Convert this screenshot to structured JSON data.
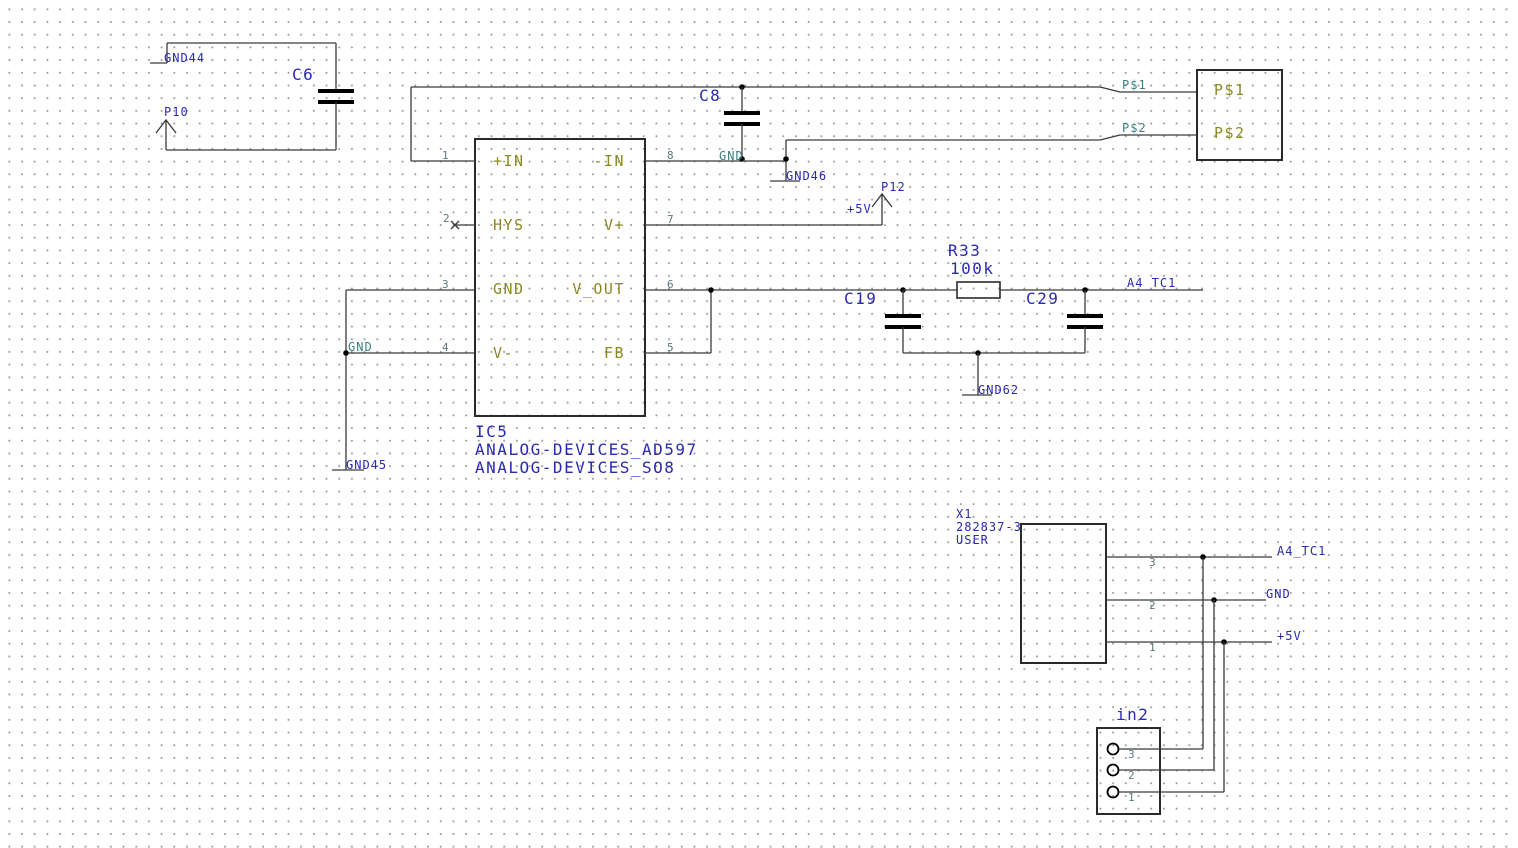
{
  "schematic": {
    "ic5": {
      "name": "IC5",
      "value": "ANALOG-DEVICES_AD597",
      "package": "ANALOG-DEVICES_SO8",
      "pins_left": [
        {
          "num": "1",
          "name": "+IN"
        },
        {
          "num": "2",
          "name": "HYS"
        },
        {
          "num": "3",
          "name": "GND"
        },
        {
          "num": "4",
          "name": "V-"
        }
      ],
      "pins_right": [
        {
          "num": "8",
          "name": "-IN"
        },
        {
          "num": "7",
          "name": "V+"
        },
        {
          "num": "6",
          "name": "V_OUT"
        },
        {
          "num": "5",
          "name": "FB"
        }
      ]
    },
    "capacitors": {
      "c6": "C6",
      "c8": "C8",
      "c19": "C19",
      "c29": "C29"
    },
    "resistor": {
      "name": "R33",
      "value": "100k"
    },
    "connector_ps": {
      "pin1": "P$1",
      "pin2": "P$2",
      "net1": "P$1",
      "net2": "P$2"
    },
    "x1": {
      "name": "X1",
      "part": "282837-3",
      "value": "USER",
      "pins": [
        "3",
        "2",
        "1"
      ]
    },
    "in2": {
      "name": "in2",
      "pins": [
        "3",
        "2",
        "1"
      ]
    },
    "labels": {
      "gnd44": "GND44",
      "p10": "P10",
      "gnd46": "GND46",
      "gnd_c8": "GND",
      "p12": "P12",
      "plus5v_p12": "+5V",
      "gnd_left": "GND",
      "gnd45": "GND45",
      "gnd62": "GND62",
      "a4_tc1_top": "A4_TC1",
      "a4_tc1_x1": "A4_TC1",
      "gnd_x1": "GND",
      "plus5v_x1": "+5V"
    }
  }
}
